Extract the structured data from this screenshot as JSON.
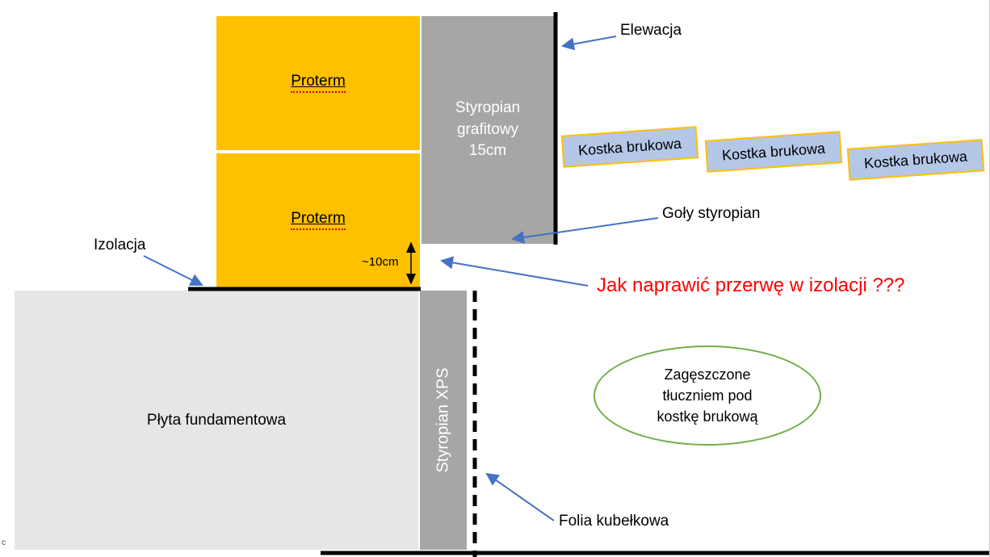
{
  "shapes": {
    "proterm_top": "Proterm",
    "proterm_bottom": "Proterm",
    "styropian_grafitowy": "Styropian grafitowy 15cm",
    "plyta_fundamentowa": "Płyta fundamentowa",
    "styropian_xps": "Styropian XPS",
    "kostka_brukowa": [
      "Kostka brukowa",
      "Kostka brukowa",
      "Kostka brukowa"
    ],
    "zagesczone": "Zagęszczone tłuczniem pod kostkę brukową"
  },
  "annotations": {
    "elewacja": "Elewacja",
    "goly_styropian": "Goły styropian",
    "izolacja": "Izolacja",
    "dim_10cm": "~10cm",
    "question_red": "Jak naprawić przerwę w izolacji ???",
    "folia_kubelkowa": "Folia kubełkowa",
    "stray_char": "c"
  },
  "colors": {
    "proterm_fill": "#FFC000",
    "styrofoam_gray": "#A6A6A6",
    "foundation_gray": "#E7E6E6",
    "kostka_fill": "#B4C7E7",
    "kostka_border": "#FFC000",
    "arrow_blue": "#4472C4",
    "question_red": "#FF0000",
    "ellipse_green": "#70AD47",
    "line_black": "#000000"
  }
}
